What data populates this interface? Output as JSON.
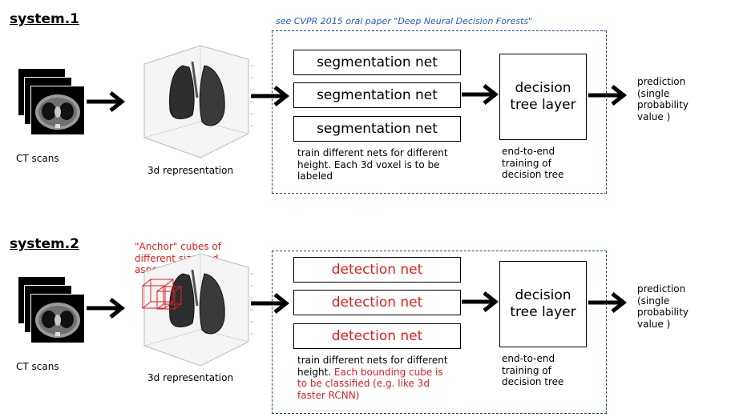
{
  "colors": {
    "red": "#e0201b",
    "blue_citation": "#1f5fbf",
    "dash_border": "#1f4e79"
  },
  "citation": "see CVPR 2015 oral paper \"Deep Neural Decision Forests\"",
  "system1": {
    "title": "system.1",
    "ct_label": "CT scans",
    "rep_label": "3d representation",
    "nets": [
      "segmentation net",
      "segmentation net",
      "segmentation net"
    ],
    "nets_note": [
      "train different nets for different",
      "height. Each 3d voxel is to be",
      "labeled"
    ],
    "decision": [
      "decision",
      "tree layer"
    ],
    "decision_note": [
      "end-to-end",
      "training of",
      "decision tree"
    ],
    "prediction": [
      "prediction",
      "(single",
      "probability",
      "value )"
    ]
  },
  "system2": {
    "title": "system.2",
    "ct_label": "CT scans",
    "rep_label": "3d representation",
    "anchor_note": [
      "\"Anchor\" cubes of",
      "different size and",
      "aspect"
    ],
    "nets": [
      "detection net",
      "detection net",
      "detection net"
    ],
    "nets_note_black": [
      "train different nets for different",
      "height."
    ],
    "nets_note_red": [
      "Each bounding cube is",
      "to be classified (e.g. like 3d",
      "faster RCNN)"
    ],
    "decision": [
      "decision",
      "tree layer"
    ],
    "decision_note": [
      "end-to-end",
      "training of",
      "decision tree"
    ],
    "prediction": [
      "prediction",
      "(single",
      "probability",
      "value )"
    ]
  }
}
